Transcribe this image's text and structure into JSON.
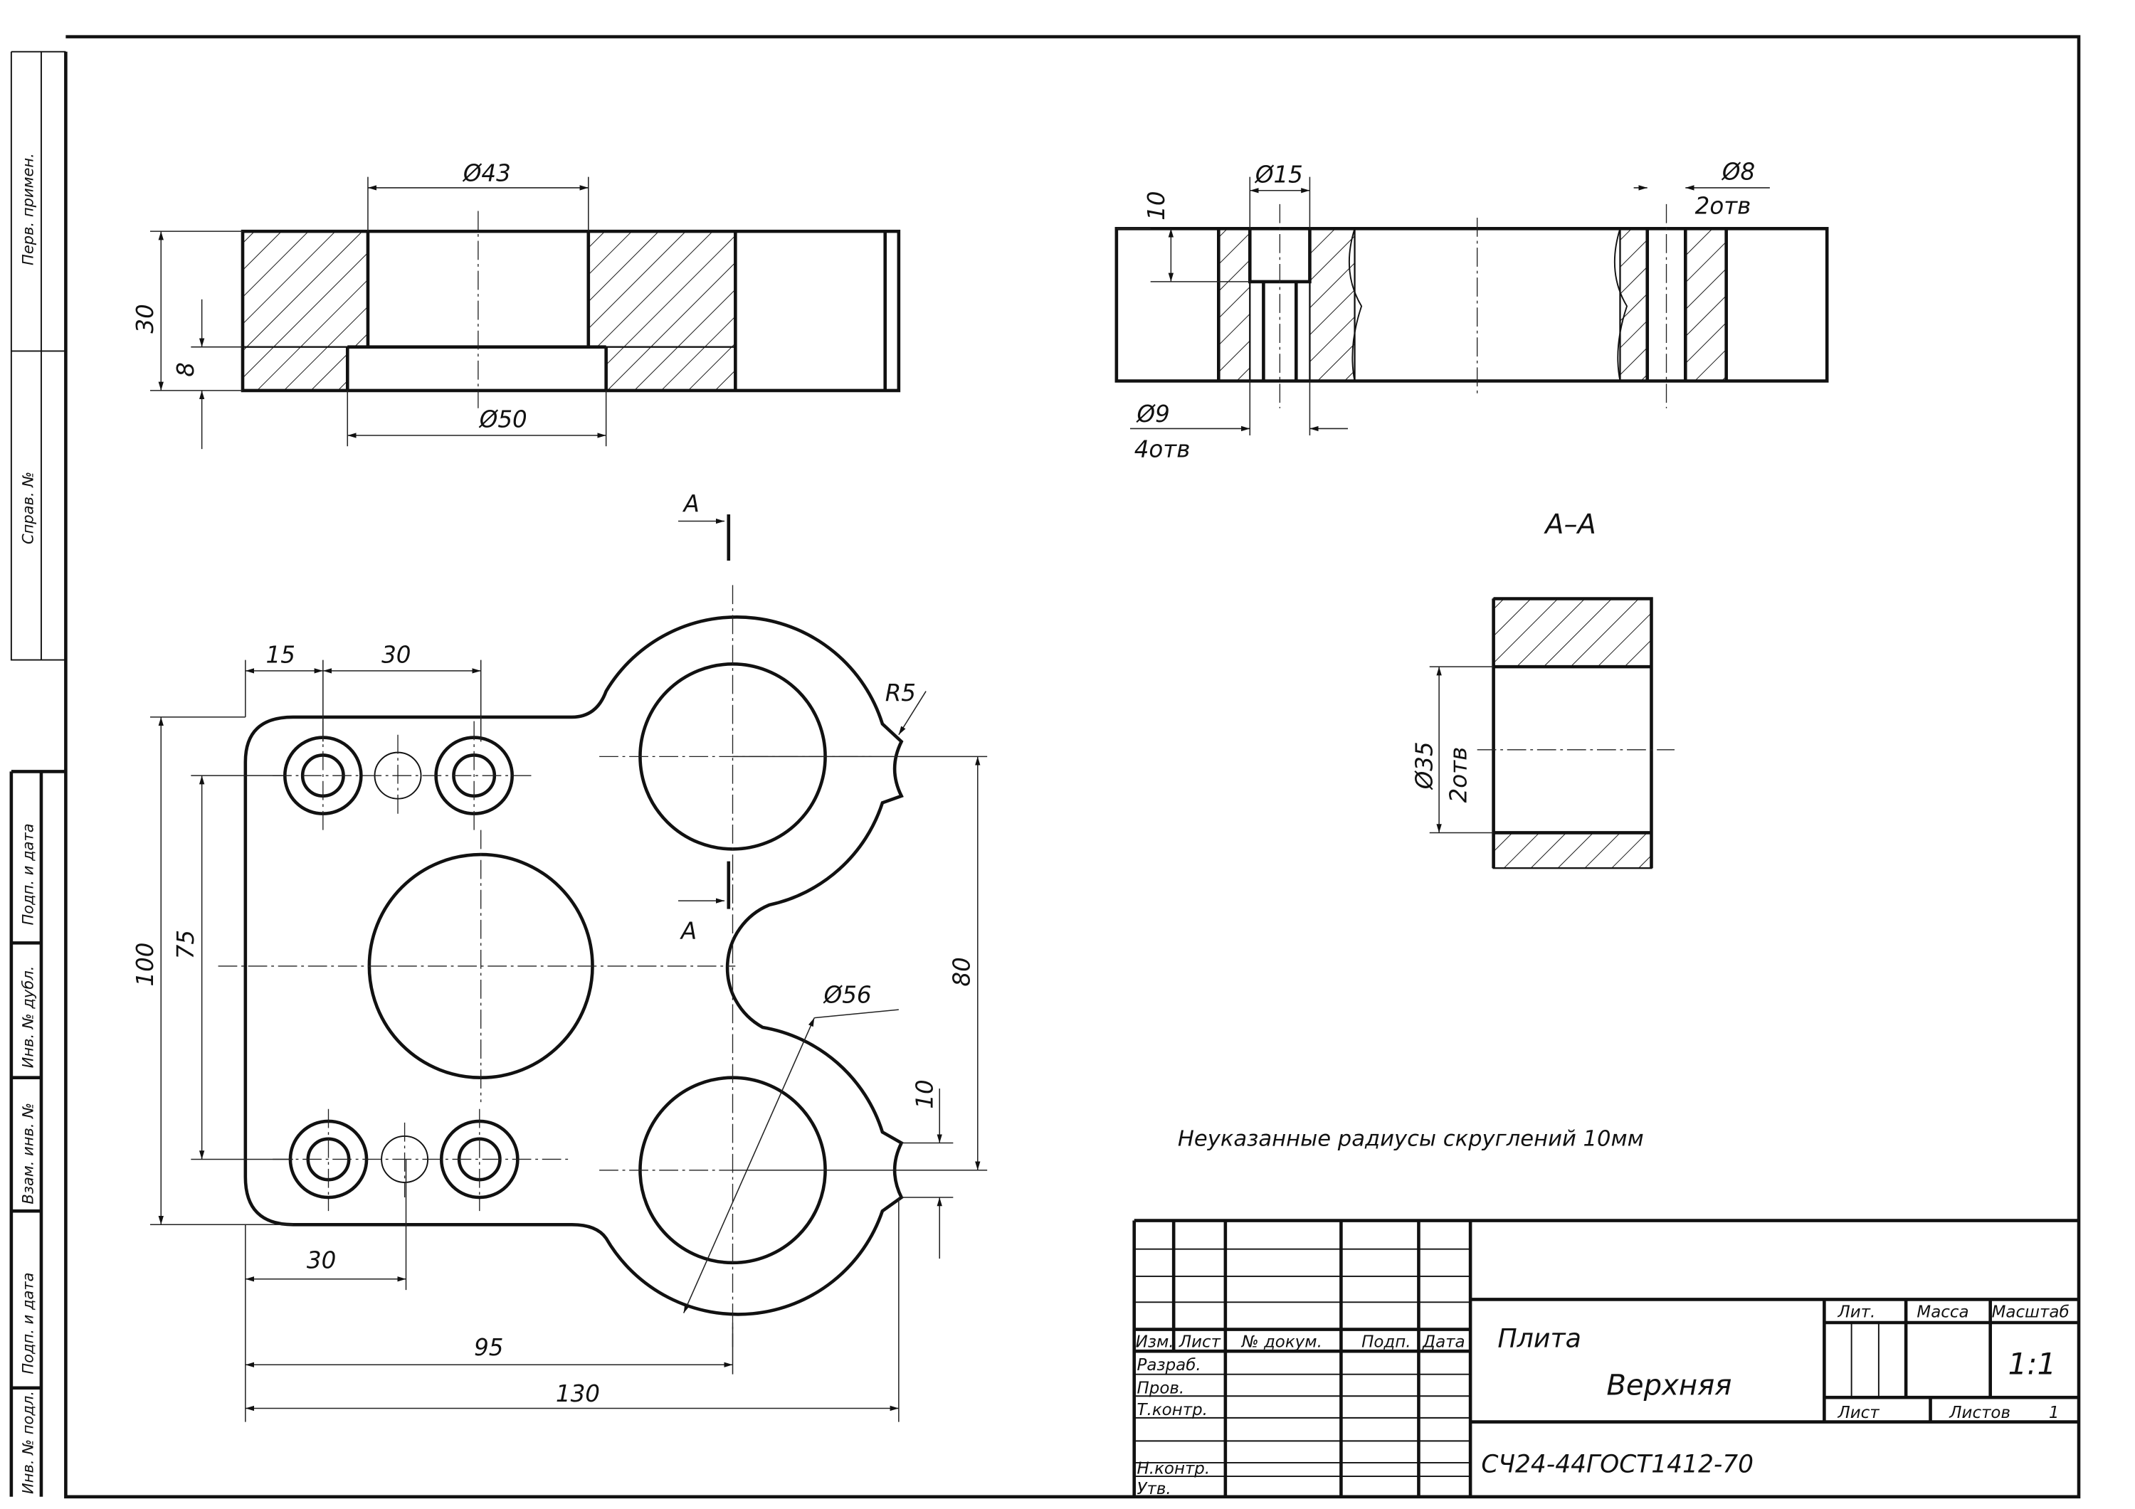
{
  "side_strip": {
    "perv_primen": "Перв. примен.",
    "sprav_no": "Справ. №",
    "podp_data_1": "Подп. и дата",
    "inv_dubl": "Инв. № дубл.",
    "vzam_inv": "Взам. инв. №",
    "podp_data_2": "Подп. и дата",
    "inv_podl": "Инв. № подл."
  },
  "views": {
    "top_left": {
      "d43": "Ø43",
      "d50": "Ø50",
      "h30": "30",
      "h8": "8"
    },
    "top_right": {
      "d15": "Ø15",
      "h10": "10",
      "d8": "Ø8",
      "d8_count": "2отв",
      "d9": "Ø9",
      "d9_count": "4отв"
    },
    "section": {
      "title": "А–А",
      "d35": "Ø35",
      "d35_count": "2отв"
    },
    "plan": {
      "dim15": "15",
      "dim30_top": "30",
      "dim100": "100",
      "dim75": "75",
      "dim80": "80",
      "dim10": "10",
      "dim30_bottom": "30",
      "dim95": "95",
      "dim130": "130",
      "d56": "Ø56",
      "r5": "R5",
      "cut_a_top": "А",
      "cut_a_bottom": "А"
    }
  },
  "note": "Неуказанные радиусы скруглений   10мм",
  "title_block": {
    "headers": {
      "izm": "Изм.",
      "list": "Лист",
      "doc_no": "№ докум.",
      "podp": "Подп.",
      "data": "Дата"
    },
    "roles": [
      "Разраб.",
      "Пров.",
      "Т.контр.",
      "Н.контр.",
      "Утв."
    ],
    "name_line1": "Плита",
    "name_line2": "Верхняя",
    "lit": "Лит.",
    "massa": "Масса",
    "masshtab": "Масштаб",
    "scale_value": "1:1",
    "sheet": "Лист",
    "sheets": "Листов",
    "sheets_value": "1",
    "material": "СЧ24-44ГОСТ1412-70"
  }
}
